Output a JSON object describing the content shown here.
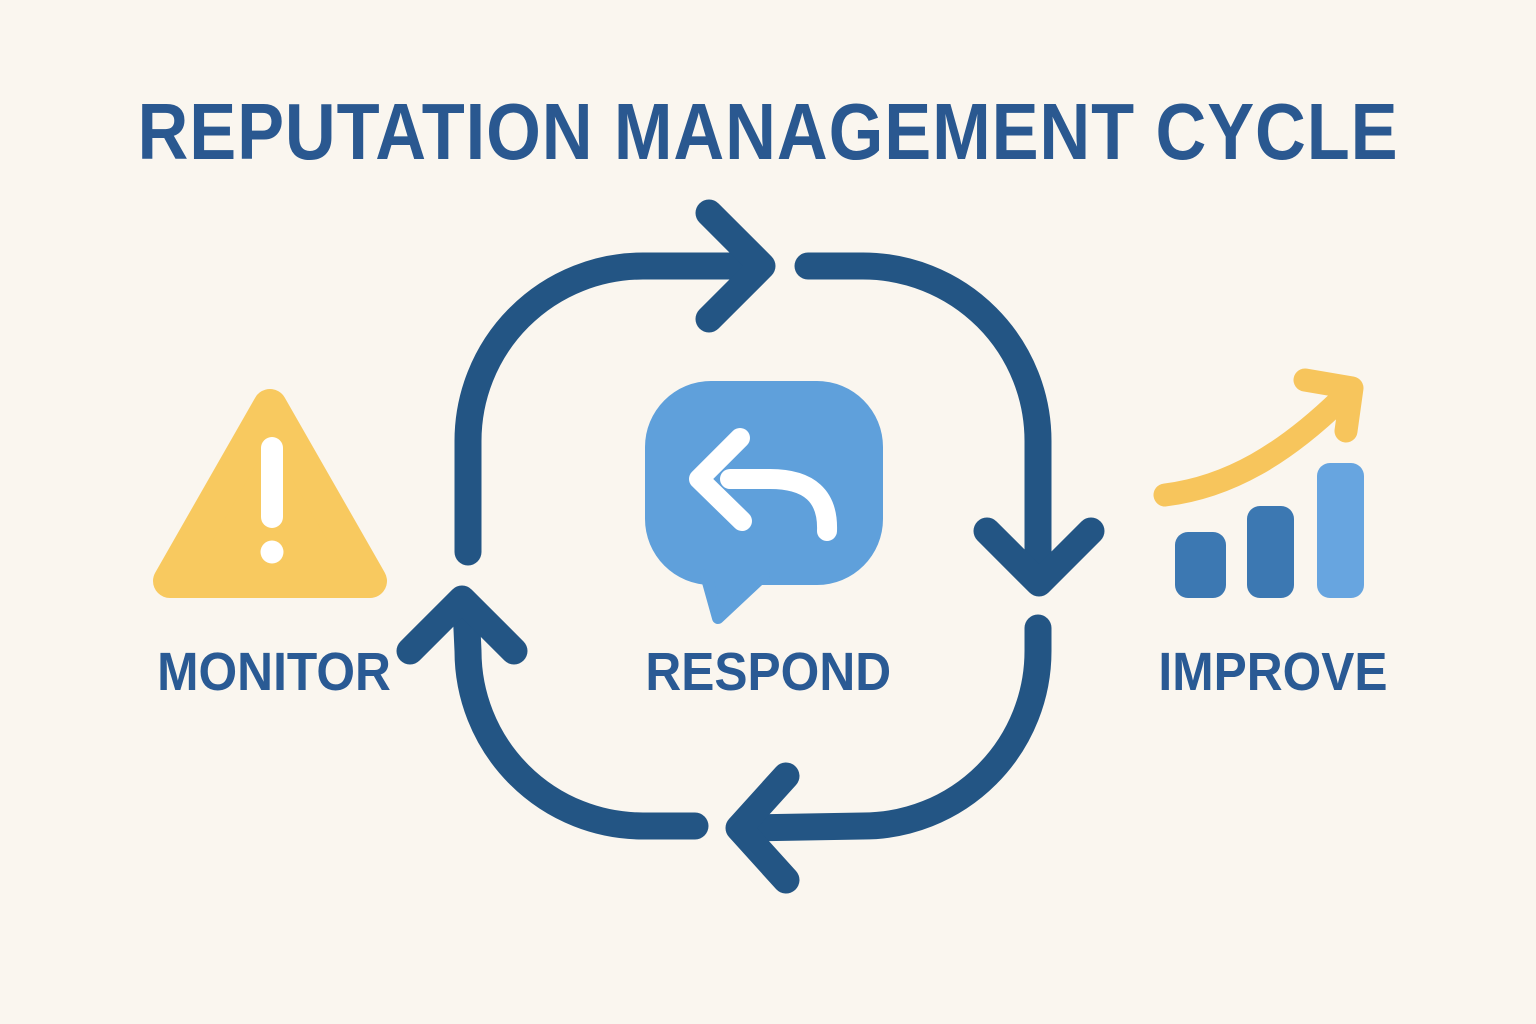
{
  "title": "REPUTATION MANAGEMENT CYCLE",
  "steps": [
    {
      "id": "monitor",
      "label": "MONITOR",
      "icon": "warning-triangle-icon"
    },
    {
      "id": "respond",
      "label": "RESPOND",
      "icon": "reply-speech-bubble-icon"
    },
    {
      "id": "improve",
      "label": "IMPROVE",
      "icon": "growth-bar-chart-icon"
    }
  ],
  "cycle": {
    "direction": "clockwise",
    "arrow_count": 4
  },
  "colors": {
    "background": "#FAF6EF",
    "title_text": "#2A5890",
    "label_text": "#2A5A94",
    "cycle_arrow": "#235584",
    "warning_yellow": "#F8C95F",
    "trend_yellow": "#F7C55C",
    "bubble_blue": "#5FA0DB",
    "bar_dark_blue": "#3C78B2",
    "bar_light_blue": "#67A5E0",
    "glyph_white": "#FFFFFF"
  }
}
